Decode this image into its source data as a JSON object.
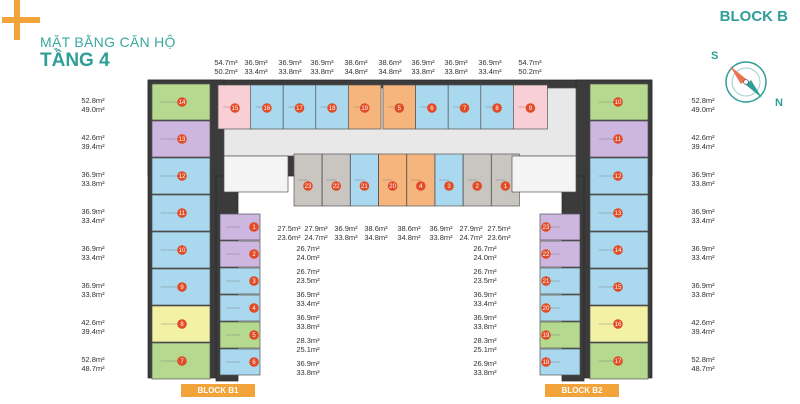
{
  "header": {
    "subtitle": "MẶT BẰNG CĂN HỘ",
    "title": "TẦNG 4",
    "block": "BLOCK B"
  },
  "compass": {
    "north": "N",
    "south": "S"
  },
  "block_labels": [
    "BLOCK B1",
    "BLOCK B2"
  ],
  "colors": {
    "brand_teal": "#2f9e96",
    "accent_orange": "#f2a33a",
    "unit_number": "#e14b26",
    "blue": "#a9d8ef",
    "green": "#b5d98f",
    "purple": "#cdb7e0",
    "yellow": "#f3f1a4",
    "pink": "#f8cfd4",
    "orange": "#f7b57e",
    "grey": "#c9c6c1"
  },
  "areas": {
    "top": [
      [
        "54.7m²",
        "50.2m²"
      ],
      [
        "36.9m²",
        "33.4m²"
      ],
      [
        "36.9m²",
        "33.8m²"
      ],
      [
        "36.9m²",
        "33.8m²"
      ],
      [
        "38.6m²",
        "34.8m²"
      ],
      [
        "38.6m²",
        "34.8m²"
      ],
      [
        "36.9m²",
        "33.8m²"
      ],
      [
        "36.9m²",
        "33.8m²"
      ],
      [
        "36.9m²",
        "33.4m²"
      ],
      [
        "54.7m²",
        "50.2m²"
      ]
    ],
    "left": [
      [
        "52.8m²",
        "49.0m²"
      ],
      [
        "42.6m²",
        "39.4m²"
      ],
      [
        "36.9m²",
        "33.8m²"
      ],
      [
        "36.9m²",
        "33.4m²"
      ],
      [
        "36.9m²",
        "33.4m²"
      ],
      [
        "36.9m²",
        "33.8m²"
      ],
      [
        "42.6m²",
        "39.4m²"
      ],
      [
        "52.8m²",
        "48.7m²"
      ]
    ],
    "right": [
      [
        "52.8m²",
        "49.0m²"
      ],
      [
        "42.6m²",
        "39.4m²"
      ],
      [
        "36.9m²",
        "33.8m²"
      ],
      [
        "36.9m²",
        "33.4m²"
      ],
      [
        "36.9m²",
        "33.4m²"
      ],
      [
        "36.9m²",
        "33.8m²"
      ],
      [
        "42.6m²",
        "39.4m²"
      ],
      [
        "52.8m²",
        "48.7m²"
      ]
    ],
    "inner_top": [
      [
        "27.5m²",
        "23.6m²"
      ],
      [
        "27.9m²",
        "24.7m²"
      ],
      [
        "36.9m²",
        "33.8m²"
      ],
      [
        "38.6m²",
        "34.8m²"
      ],
      [
        "38.6m²",
        "34.8m²"
      ],
      [
        "36.9m²",
        "33.8m²"
      ],
      [
        "27.9m²",
        "24.7m²"
      ],
      [
        "27.5m²",
        "23.6m²"
      ]
    ],
    "inner_left": [
      [
        "26.7m²",
        "24.0m²"
      ],
      [
        "26.7m²",
        "23.5m²"
      ],
      [
        "36.9m²",
        "33.4m²"
      ],
      [
        "36.9m²",
        "33.8m²"
      ],
      [
        "28.3m²",
        "25.1m²"
      ],
      [
        "36.9m²",
        "33.8m²"
      ]
    ],
    "inner_right": [
      [
        "26.7m²",
        "24.0m²"
      ],
      [
        "26.7m²",
        "23.5m²"
      ],
      [
        "36.9m²",
        "33.4m²"
      ],
      [
        "36.9m²",
        "33.8m²"
      ],
      [
        "28.3m²",
        "25.1m²"
      ],
      [
        "26.9m²",
        "33.8m²"
      ]
    ]
  },
  "units": {
    "top_row": [
      {
        "n": "15",
        "c": "pink"
      },
      {
        "n": "16",
        "c": "blue"
      },
      {
        "n": "17",
        "c": "blue"
      },
      {
        "n": "18",
        "c": "blue"
      },
      {
        "n": "19",
        "c": "orange"
      },
      {
        "n": "5",
        "c": "orange"
      },
      {
        "n": "6",
        "c": "blue"
      },
      {
        "n": "7",
        "c": "blue"
      },
      {
        "n": "8",
        "c": "blue"
      },
      {
        "n": "9",
        "c": "pink"
      }
    ],
    "inner_row": [
      {
        "n": "23",
        "c": "grey"
      },
      {
        "n": "22",
        "c": "grey"
      },
      {
        "n": "21",
        "c": "blue"
      },
      {
        "n": "20",
        "c": "orange"
      },
      {
        "n": "4",
        "c": "orange"
      },
      {
        "n": "3",
        "c": "blue"
      },
      {
        "n": "2",
        "c": "grey"
      },
      {
        "n": "1",
        "c": "grey"
      }
    ],
    "left_outer": [
      {
        "n": "14",
        "c": "green"
      },
      {
        "n": "13",
        "c": "purple"
      },
      {
        "n": "12",
        "c": "blue"
      },
      {
        "n": "11",
        "c": "blue"
      },
      {
        "n": "10",
        "c": "blue"
      },
      {
        "n": "9",
        "c": "blue"
      },
      {
        "n": "8",
        "c": "yellow"
      },
      {
        "n": "7",
        "c": "green"
      }
    ],
    "left_inner": [
      {
        "n": "1",
        "c": "purple"
      },
      {
        "n": "2",
        "c": "purple"
      },
      {
        "n": "3",
        "c": "blue"
      },
      {
        "n": "4",
        "c": "blue"
      },
      {
        "n": "5",
        "c": "green"
      },
      {
        "n": "6",
        "c": "blue"
      }
    ],
    "right_inner": [
      {
        "n": "23",
        "c": "purple"
      },
      {
        "n": "22",
        "c": "purple"
      },
      {
        "n": "21",
        "c": "blue"
      },
      {
        "n": "20",
        "c": "blue"
      },
      {
        "n": "19",
        "c": "green"
      },
      {
        "n": "18",
        "c": "blue"
      }
    ],
    "right_outer": [
      {
        "n": "10",
        "c": "green"
      },
      {
        "n": "11",
        "c": "purple"
      },
      {
        "n": "12",
        "c": "blue"
      },
      {
        "n": "13",
        "c": "blue"
      },
      {
        "n": "14",
        "c": "blue"
      },
      {
        "n": "15",
        "c": "blue"
      },
      {
        "n": "16",
        "c": "yellow"
      },
      {
        "n": "17",
        "c": "green"
      }
    ]
  }
}
